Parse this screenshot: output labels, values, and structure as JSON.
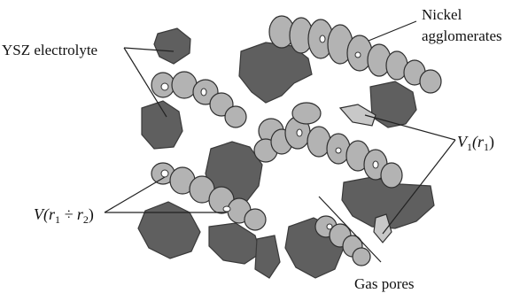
{
  "labels": {
    "ysz": "YSZ electrolyte",
    "nickel_line1": "Nickel",
    "nickel_line2": "agglomerates",
    "v1_main": "V",
    "v1_sub": "1",
    "v1_arg": "(r",
    "v1_arg_sub": "1",
    "v1_close": ")",
    "v_main": "V",
    "v_arg": "(r",
    "v_arg_sub1": "1",
    "v_div": " ÷ r",
    "v_arg_sub2": "2",
    "v_close": ")",
    "gas_pores": "Gas pores"
  },
  "colors": {
    "ysz": "#5f5f5f",
    "nickel": "#b3b3b3",
    "background": "#ffffff"
  }
}
